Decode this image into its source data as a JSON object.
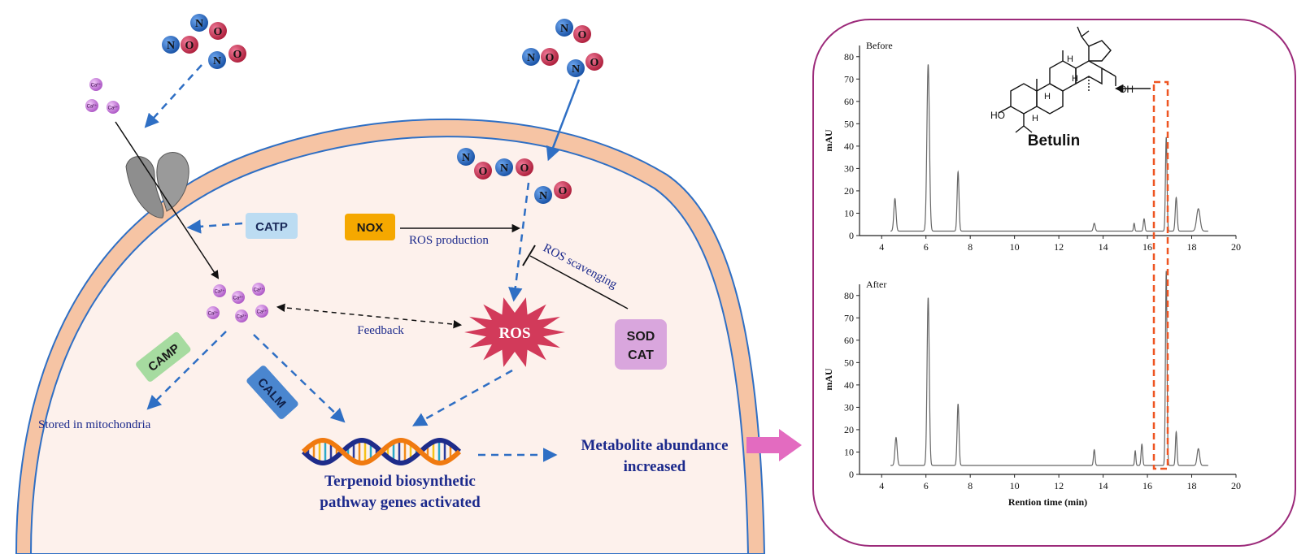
{
  "diagram": {
    "molecules": {
      "no_n": "N",
      "no_o": "O",
      "ca_ion": "Ca²⁺"
    },
    "labels": {
      "catp": "CATP",
      "nox": "NOX",
      "ros_production": "ROS production",
      "ros_scavenging": "ROS scavenging",
      "ros": "ROS",
      "sod": "SOD",
      "cat": "CAT",
      "feedback": "Feedback",
      "camp": "CAMP",
      "calm": "CALM",
      "stored": "Stored in mitochondria",
      "genes_line1": "Terpenoid biosynthetic",
      "genes_line2": "pathway genes activated",
      "metabolite_line1": "Metabolite abundance",
      "metabolite_line2": "increased"
    },
    "colors": {
      "membrane": "#f6c4a4",
      "membrane_edge": "#2f6fc4",
      "cytoplasm": "#fdf1ec",
      "nitrogen": "#2a6fc9",
      "oxygen": "#d0345a",
      "calcium": "#c678d8",
      "catp_box": "#bcdcf2",
      "nox_box": "#f5a800",
      "sod_box": "#d9a6dd",
      "camp_box": "#a6dba0",
      "calm_box": "#4a86cf",
      "ros_star": "#d23a5a",
      "dashed_arrow": "#2f6fc4",
      "text_blue": "#1c2a8c",
      "panel_border": "#9c2a7a",
      "big_arrow": "#e36bc0",
      "highlight_box": "#ee5522"
    }
  },
  "chart_data": [
    {
      "type": "line",
      "title": "Before",
      "xlabel": "",
      "ylabel": "mAU",
      "xlim": [
        3,
        20
      ],
      "ylim": [
        0,
        85
      ],
      "xticks": [
        4,
        6,
        8,
        10,
        12,
        14,
        16,
        18,
        20
      ],
      "yticks": [
        0,
        10,
        20,
        30,
        40,
        50,
        60,
        70,
        80
      ],
      "baseline": 2,
      "peaks": [
        {
          "x": 4.6,
          "y": 16.5,
          "w": 0.07
        },
        {
          "x": 6.1,
          "y": 76.5,
          "w": 0.08
        },
        {
          "x": 7.45,
          "y": 28.5,
          "w": 0.06
        },
        {
          "x": 13.6,
          "y": 5.5,
          "w": 0.06
        },
        {
          "x": 15.4,
          "y": 5.5,
          "w": 0.04
        },
        {
          "x": 15.85,
          "y": 7.5,
          "w": 0.05
        },
        {
          "x": 16.85,
          "y": 44,
          "w": 0.05
        },
        {
          "x": 17.3,
          "y": 17,
          "w": 0.06
        },
        {
          "x": 18.3,
          "y": 12,
          "w": 0.11
        }
      ]
    },
    {
      "type": "line",
      "title": "After",
      "xlabel": "Rention time (min)",
      "ylabel": "mAU",
      "xlim": [
        3,
        20
      ],
      "ylim": [
        0,
        85
      ],
      "xticks": [
        4,
        6,
        8,
        10,
        12,
        14,
        16,
        18,
        20
      ],
      "yticks": [
        0,
        10,
        20,
        30,
        40,
        50,
        60,
        70,
        80
      ],
      "baseline": 4,
      "peaks": [
        {
          "x": 4.65,
          "y": 16.5,
          "w": 0.07
        },
        {
          "x": 6.1,
          "y": 79,
          "w": 0.07
        },
        {
          "x": 7.45,
          "y": 31.5,
          "w": 0.06
        },
        {
          "x": 13.6,
          "y": 11,
          "w": 0.05
        },
        {
          "x": 15.45,
          "y": 10.5,
          "w": 0.04
        },
        {
          "x": 15.75,
          "y": 13.5,
          "w": 0.05
        },
        {
          "x": 16.85,
          "y": 91,
          "w": 0.05
        },
        {
          "x": 17.3,
          "y": 19,
          "w": 0.05
        },
        {
          "x": 18.3,
          "y": 11.5,
          "w": 0.08
        }
      ]
    }
  ],
  "structure": {
    "name": "Betulin",
    "ho_label": "HO",
    "oh_label": "OH",
    "h_label": "H"
  }
}
